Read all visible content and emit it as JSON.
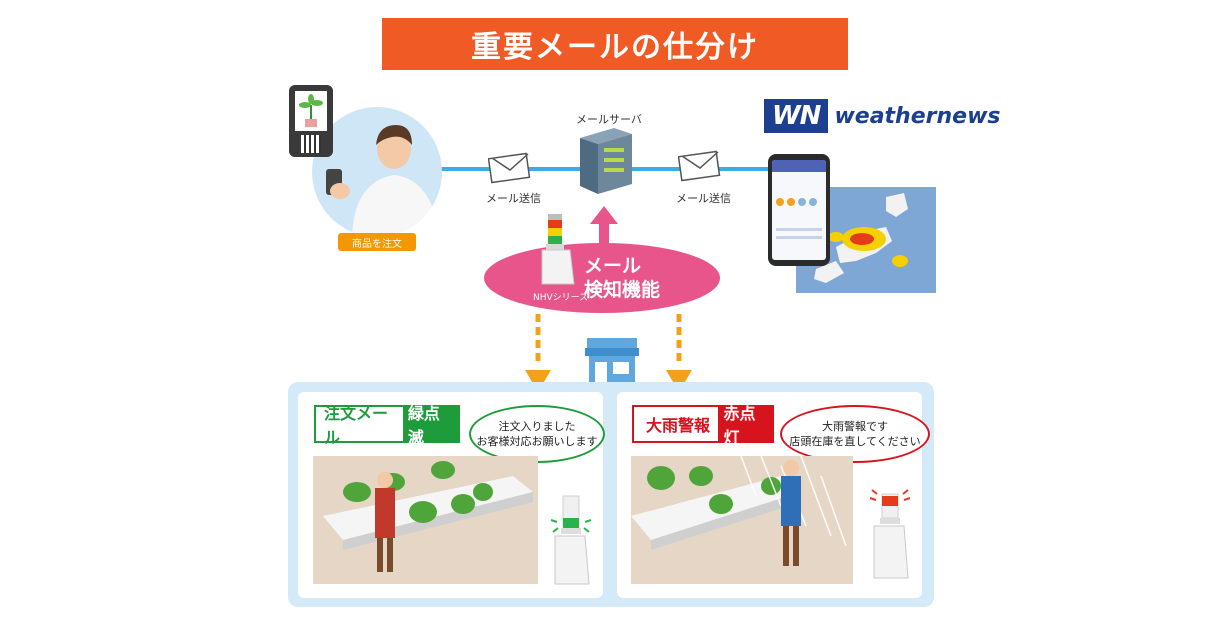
{
  "title": "重要メールの仕分け",
  "customer": {
    "caption": "商品を注文"
  },
  "server": {
    "label": "メールサーバ"
  },
  "mail_send_left": "メール送信",
  "mail_send_right": "メール送信",
  "brand": {
    "mark": "WN",
    "name": "weathernews"
  },
  "detection": {
    "line1": "メール",
    "line2": "検知機能",
    "device": "NHVシリーズ"
  },
  "left_case": {
    "name": "注文メール",
    "status": "緑点滅",
    "bubble_line1": "注文入りました",
    "bubble_line2": "お客様対応お願いします",
    "color": "#1e9b3a"
  },
  "right_case": {
    "name": "大雨警報",
    "status": "赤点灯",
    "bubble_line1": "大雨警報です",
    "bubble_line2": "店頭在庫を直してください",
    "color": "#d7141e"
  },
  "colors": {
    "title_bg": "#f05a24",
    "detect_pink": "#e8558a",
    "arrow_orange": "#f3a11b",
    "line_blue": "#3aaee3"
  }
}
